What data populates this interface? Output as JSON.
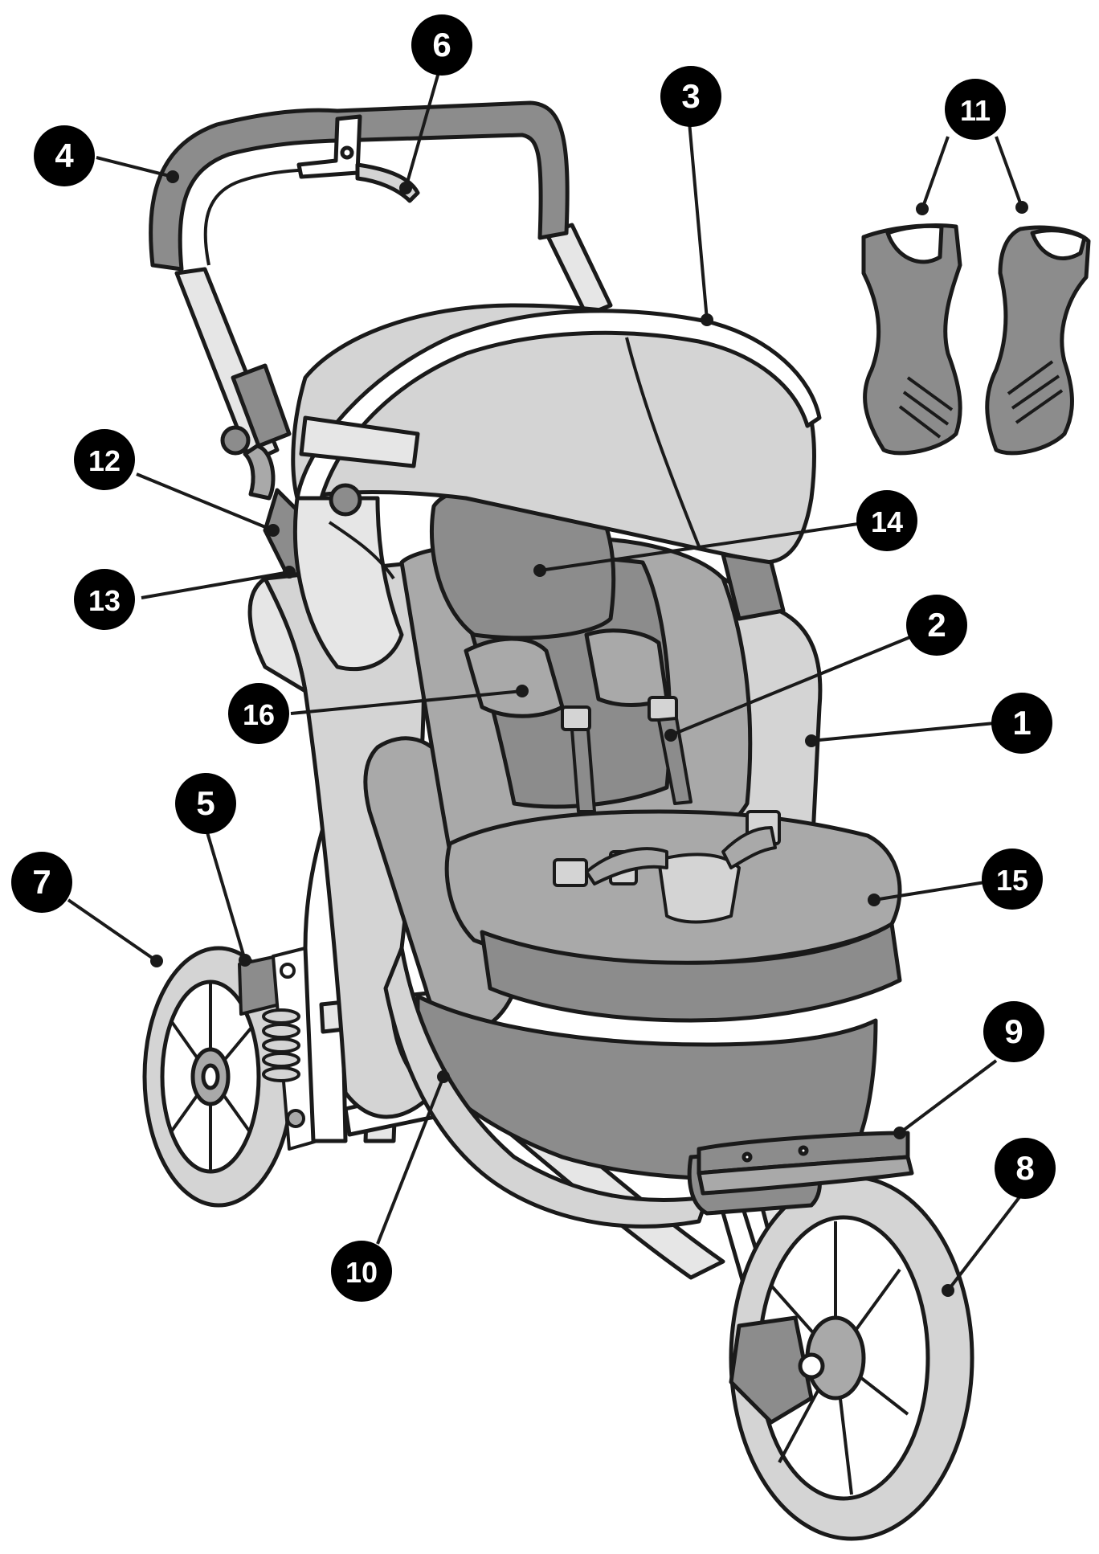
{
  "palette": {
    "outline": "#1a1a1a",
    "dark_gray": "#8c8c8c",
    "mid_gray": "#a9a9a9",
    "light_gray": "#d4d4d4",
    "very_light_gray": "#e6e6e6",
    "white": "#ffffff",
    "callout_fill": "#000000",
    "callout_text": "#ffffff"
  },
  "callouts": [
    {
      "id": "callout-1",
      "label": "1"
    },
    {
      "id": "callout-2",
      "label": "2"
    },
    {
      "id": "callout-3",
      "label": "3"
    },
    {
      "id": "callout-4",
      "label": "4"
    },
    {
      "id": "callout-5",
      "label": "5"
    },
    {
      "id": "callout-6",
      "label": "6"
    },
    {
      "id": "callout-7",
      "label": "7"
    },
    {
      "id": "callout-8",
      "label": "8"
    },
    {
      "id": "callout-9",
      "label": "9"
    },
    {
      "id": "callout-10",
      "label": "10"
    },
    {
      "id": "callout-11",
      "label": "11"
    },
    {
      "id": "callout-12",
      "label": "12"
    },
    {
      "id": "callout-13",
      "label": "13"
    },
    {
      "id": "callout-14",
      "label": "14"
    },
    {
      "id": "callout-15",
      "label": "15"
    },
    {
      "id": "callout-16",
      "label": "16"
    }
  ]
}
